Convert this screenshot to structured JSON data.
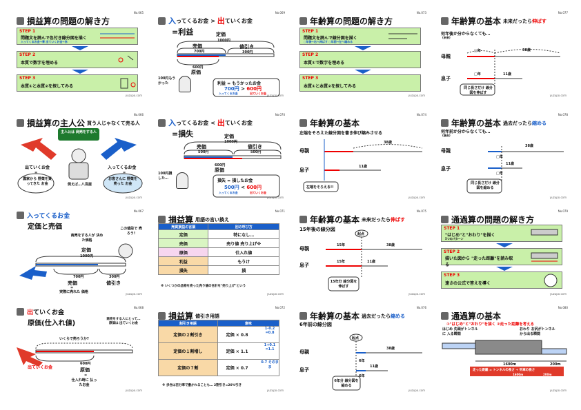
{
  "site": "yuzupo.com",
  "cards": [
    {
      "title": "損益算の問題の解き方",
      "no": "No.065",
      "steps": [
        {
          "label": "STEP 1",
          "text": "問題文を読んで色付き線分図を描く",
          "sub": "入ってくるお金→青 出ていくお金→赤"
        },
        {
          "label": "STEP 2",
          "text": "本質で数字を埋める"
        },
        {
          "label": "STEP 3",
          "text": "本質①と本質②を探してみる"
        }
      ]
    },
    {
      "title_in": "入",
      "title_a": "ってくるお金",
      "title_gt": ">",
      "title_out": "出",
      "title_b": "ていくお金",
      "title2": "=利益",
      "no": "No.069",
      "teika": "定価",
      "teika_v": "1000円",
      "baika": "売価",
      "baika_v": "700円",
      "nebiki": "値引き",
      "nebiki_v": "300円",
      "genka": "原価",
      "genka_v": "600円",
      "bubble": "利益 = もうかったお金",
      "cmp_a": "700円",
      "cmp_op": ">",
      "cmp_b": "600円",
      "in_label": "入ってくるお金",
      "out_label": "出ていくお金",
      "person": "100円もうかった"
    },
    {
      "title": "年齢算の問題の解き方",
      "no": "No.073",
      "steps": [
        {
          "label": "STEP 1",
          "text": "問題文を読んで線分図を描く",
          "sub": "○年後→右へ伸ばす ○年前→左へ縮める"
        },
        {
          "label": "STEP 2",
          "text": "本質①で数字を埋める"
        },
        {
          "label": "STEP 3",
          "text": "本質①と本質②を探してみる"
        }
      ]
    },
    {
      "title": "年齢算の基本",
      "sub1": "未来だったら",
      "sub2": "伸ばす",
      "no": "No.077",
      "q": "何年後か分からなくても…",
      "q2": "(未来)",
      "father": "母親",
      "son": "息子",
      "v1": "□年",
      "v2": "38歳",
      "v3": "□年",
      "v4": "11歳",
      "note": "同じ長さだけ 線分図を伸ばす"
    },
    {
      "title": "損益算の主人公",
      "sub": "買う人じゃなくて売る人",
      "no": "No.066",
      "hero": "主人公は 商売をする人",
      "out": "出ていくお金",
      "in": "入ってくるお金",
      "eq": "=",
      "left_note": "農家から 野菜を買ってきた お金",
      "right_note": "お客さんに 野菜を売った お金",
      "shop": "例えば…八百屋"
    },
    {
      "title_in": "入",
      "title_a": "ってくるお金",
      "title_lt": "<",
      "title_out": "出",
      "title_b": "ていくお金",
      "title2": "=損失",
      "no": "No.070",
      "teika": "定価",
      "teika_v": "1000円",
      "baika": "売価",
      "baika_v": "500円",
      "nebiki": "値引き",
      "nebiki_v": "500円",
      "genka": "原価",
      "genka_v": "600円",
      "bubble": "損失 = 損したお金",
      "cmp_a": "500円",
      "cmp_op": "<",
      "cmp_b": "600円",
      "in_label": "入ってくるお金",
      "out_label": "出ていくお金",
      "person": "100円損した…"
    },
    {
      "title": "年齢算の基本",
      "no": "No.074",
      "lead": "左端をそろえた線分図を書き伸び縮みさせる",
      "father": "母親",
      "son": "息子",
      "v1": "38歳",
      "v2": "11歳",
      "note": "左端をそろえる!!"
    },
    {
      "title": "年齢算の基本",
      "sub1": "過去だったら",
      "sub2": "縮める",
      "no": "No.078",
      "q": "何年前か分からなくても…",
      "q2": "(過去)",
      "father": "母親",
      "son": "息子",
      "v1": "38歳",
      "v2": "□年",
      "v3": "11歳",
      "v4": "□年",
      "note": "同じ長さだけ 線分図を縮める"
    },
    {
      "title": "入ってくるお金",
      "title2": "定価と売価",
      "no": "No.067",
      "seller": "商売をする人が 決めた価格",
      "teika": "定価",
      "teika_v": "1000円",
      "baika": "売価",
      "baika_v": "700円",
      "nebiki": "値引き",
      "nebiki_v": "300円",
      "sold": "実際に売れた 価格",
      "think": "この値段で 売ろう!",
      "eq": "="
    },
    {
      "title": "損益算",
      "sub": "用語の言い換え",
      "no": "No.071",
      "head": [
        "売買損益の言葉",
        "別の呼び方"
      ],
      "rows": [
        [
          "定価",
          "特になし…"
        ],
        [
          "売価",
          "売り値 売り上げ※"
        ],
        [
          "原価",
          "仕入れ値"
        ],
        [
          "利益",
          "もうけ"
        ],
        [
          "損失",
          "損"
        ]
      ],
      "note": "※ いくつかの品物を売った売り値の合計を\"売り上げ\"という"
    },
    {
      "title": "年齢算の基本",
      "sub1": "未来だったら",
      "sub2": "伸ばす",
      "no": "No.075",
      "lead": "15年後の線分図",
      "start": "起点",
      "father": "母親",
      "son": "息子",
      "f1": "15年",
      "f2": "38歳",
      "s1": "15年",
      "s2": "11歳",
      "note": "15年分 線分図を伸ばす"
    },
    {
      "title": "通過算の問題の解き方",
      "no": "No.079",
      "steps": [
        {
          "label": "STEP 1",
          "text": "\"はじめ\"と\"おわり\"を描く",
          "sub": "5つのパターン"
        },
        {
          "label": "STEP 2",
          "text": "描いた図から \"走った距離\"を読み取る"
        },
        {
          "label": "STEP 3",
          "text": "速さの公式で答えを導く"
        }
      ]
    },
    {
      "title_out": "出",
      "title_a": "ていくお金",
      "title2": "原価(仕入れ値)",
      "no": "No.068",
      "q": "いくらで売ろうか?",
      "think": "商売をする人にとって… 原価は 出ていくお金",
      "genka": "原価",
      "genka_v": "600円",
      "out": "出ていくお金",
      "eq": "=",
      "note": "仕入れ時に 払ったお金"
    },
    {
      "title": "損益算",
      "sub": "値引き用語",
      "no": "No.072",
      "head": [
        "割引き用語",
        "意味"
      ],
      "rows": [
        [
          "定価の２割引き",
          "定価 × 0.8"
        ],
        [
          "定価の１割増し",
          "定価 × 1.1"
        ],
        [
          "定価の７割",
          "定価 × 0.7"
        ]
      ],
      "bubbles": [
        "1-0.2 =0.8",
        "1+0.1 =1.1",
        "0.7 そのまま"
      ],
      "note": "※ 歩合は百分率で書かれることも… 2割引き=20%引き"
    },
    {
      "title": "年齢算の基本",
      "sub1": "過去だったら",
      "sub2": "縮める",
      "no": "No.076",
      "lead": "6年前の線分図",
      "start": "起点",
      "father": "母親",
      "son": "息子",
      "f1": "6年",
      "f2": "38歳",
      "s1": "6年",
      "s2": "11歳",
      "note": "6年分 線分図を縮める"
    },
    {
      "title": "通過算の基本",
      "no": "No.080",
      "lead": "①\"はじめ\"と\"おわり\"を描く ②走った距離を考える",
      "start": "はじめ 先頭がトンネルに 入る瞬間",
      "end": "おわり お尻がトンネル から出る瞬間",
      "d1": "1600m",
      "d2": "200m",
      "formula": "走った距離 = トンネルの長さ + 列車の長さ",
      "f1": "1600m",
      "f2": "200m"
    }
  ]
}
